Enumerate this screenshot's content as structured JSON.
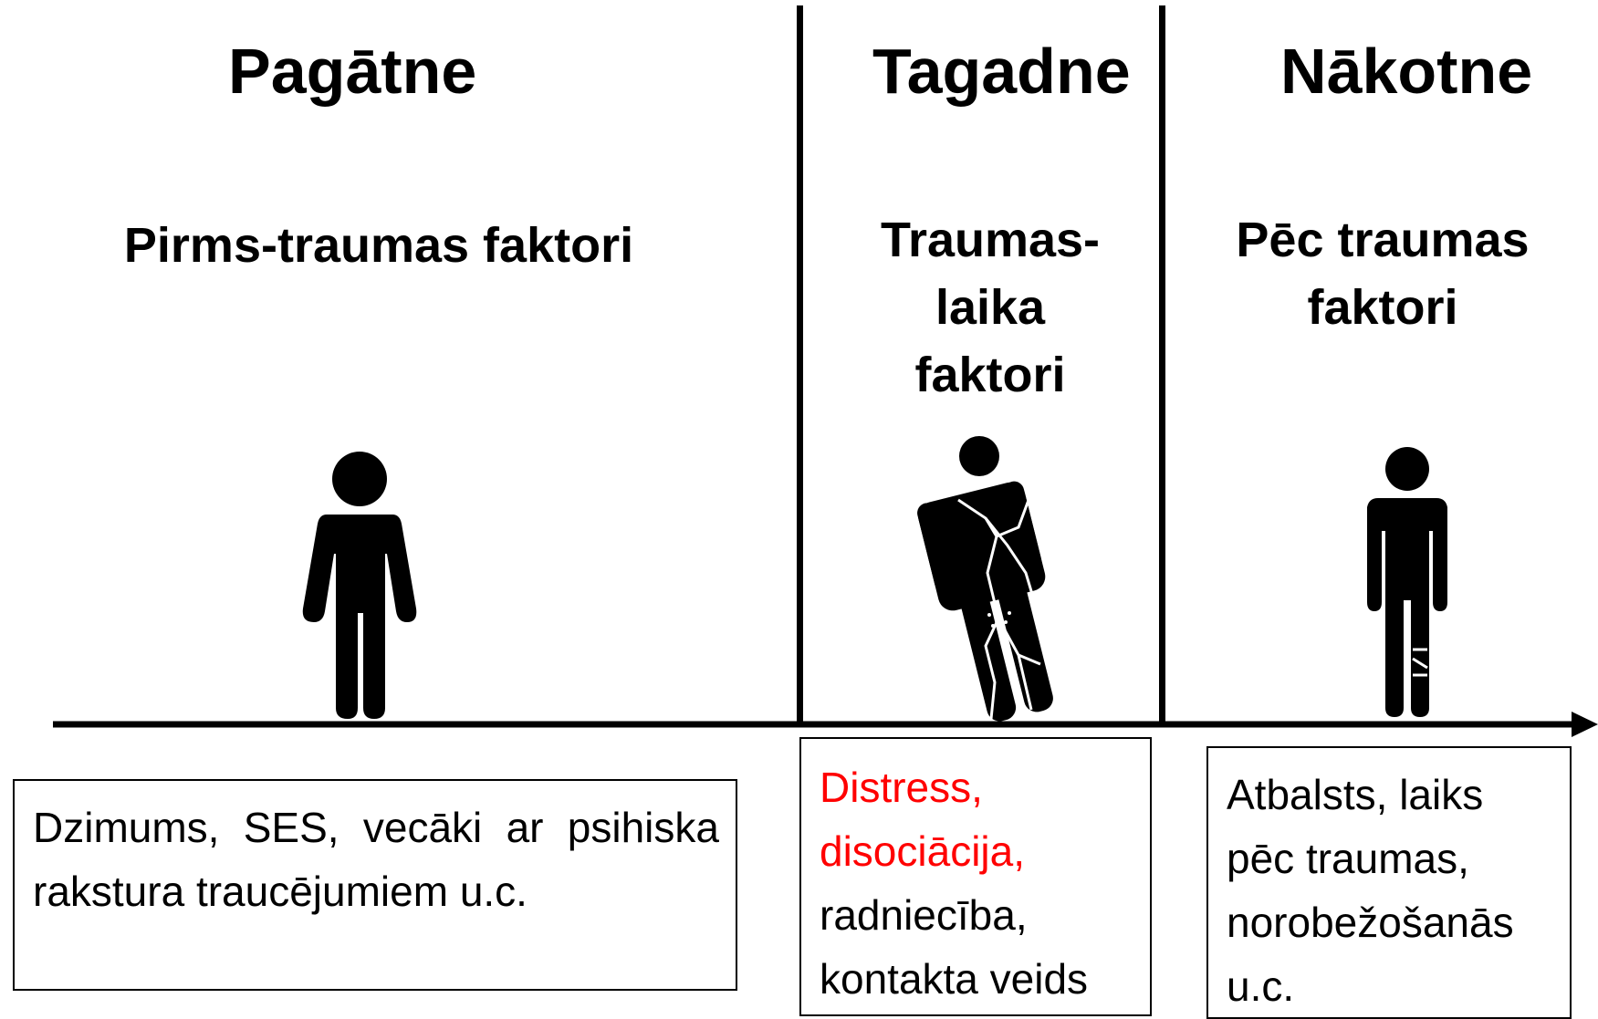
{
  "columns": {
    "past": {
      "period": "Pagātne",
      "factors": "Pirms-traumas faktori",
      "box_text": "Dzimums, SES, vecāki ar psihiska rakstura traucējumiem u.c."
    },
    "present": {
      "period": "Tagadne",
      "factors_lines": [
        "Traumas-",
        "laika",
        "faktori"
      ],
      "box_red_lines": [
        "Distress,",
        "disociācija,"
      ],
      "box_black_lines": [
        "radniecība,",
        "kontakta veids"
      ]
    },
    "future": {
      "period": "Nākotne",
      "factors_lines": [
        "Pēc traumas",
        "faktori"
      ],
      "box_lines": [
        "Atbalsts, laiks",
        "pēc traumas,",
        "norobežošanās",
        "u.c."
      ]
    }
  },
  "figures": {
    "past": "standing-person-icon",
    "present": "broken-person-icon",
    "future": "bandaged-person-icon"
  },
  "colors": {
    "line": "#000000",
    "highlight": "#ff0000"
  }
}
